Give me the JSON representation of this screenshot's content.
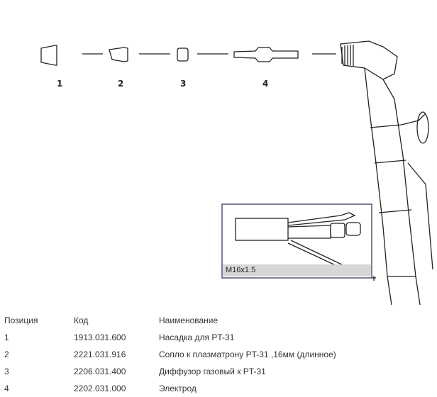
{
  "diagram": {
    "part_labels": [
      "1",
      "2",
      "3",
      "4"
    ],
    "inset_label": "M16x1.5"
  },
  "table": {
    "headers": {
      "position": "Позиция",
      "code": "Код",
      "name": "Наименование"
    },
    "rows": [
      {
        "position": "1",
        "code": "1913.031.600",
        "name": "Насадка для PT-31"
      },
      {
        "position": "2",
        "code": "2221.031.916",
        "name": "Сопло к плазматрону PT-31 ,16мм (длинное)"
      },
      {
        "position": "3",
        "code": "2206.031.400",
        "name": "Диффузор газовый к PT-31"
      },
      {
        "position": "4",
        "code": "2202.031.000",
        "name": "Электрод"
      }
    ]
  }
}
